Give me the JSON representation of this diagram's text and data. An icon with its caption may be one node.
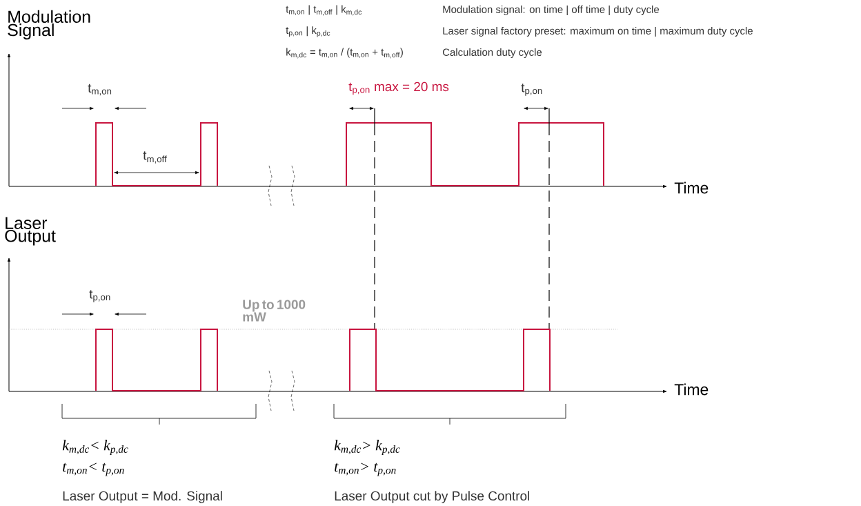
{
  "diagram": {
    "labels": [
      "Modulation Signal",
      "t$_{m,on}$ | t$_{m,off}$ | k$_{m,dc}$",
      "Modulation signal: on time | off time | duty cycle",
      "t$_{p,on}$ | k$_{p,dc}$",
      "Laser signal factory preset: maximum on time | maximum duty cycle",
      "k$_{m,dc}$ = t$_{m,on}$ / (t$_{m,on}$ + t$_{m,off}$)",
      "Calculation duty cycle",
      "t$_{m,on}$",
      "t$_{p,on}$ max = 20 ms",
      "t$_{p,on}$",
      "t$_{m,off}$",
      "Time",
      "Laser Output",
      "t$_{p,on}$",
      "Up to 1000 mW",
      "Time",
      "k$_{m,dc}$< k$_{p,dc}$",
      "t$_{m,on}$< t$_{p,on}$",
      "Laser Output = Mod. Signal",
      "k$_{m,dc}$> k$_{p,dc}$",
      "t$_{m,on}$> t$_{p,on}$",
      "Laser Output cut by Pulse Control"
    ]
  }
}
